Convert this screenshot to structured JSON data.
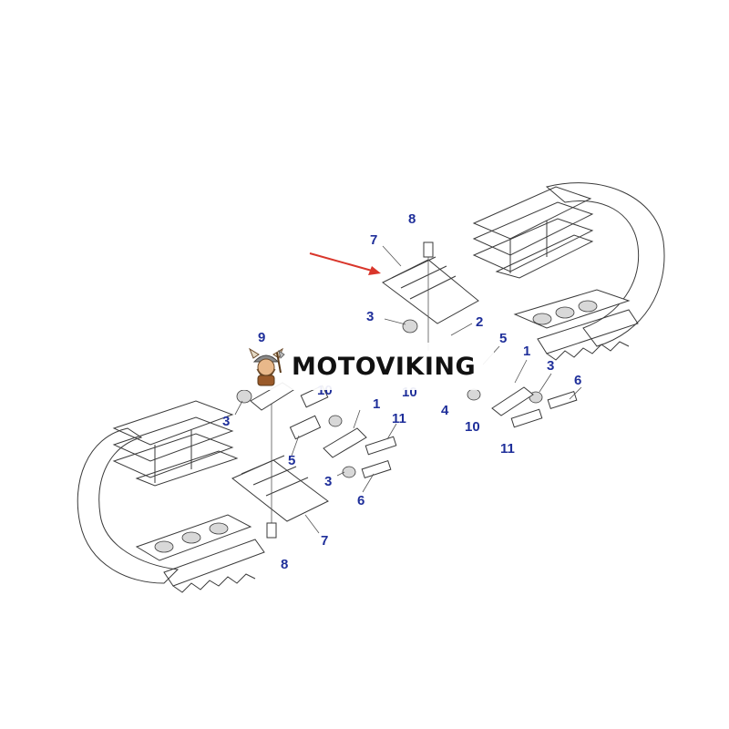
{
  "brand": {
    "name": "MOTOVIKING",
    "logo_icon": "viking-mascot-icon",
    "text_color": "#111111"
  },
  "callouts": {
    "l8_top": "8",
    "l7_top": "7",
    "l3_mid": "3",
    "l2": "2",
    "l5_right": "5",
    "l1_right": "1",
    "l3_right": "3",
    "l6_right": "6",
    "l4": "4",
    "l10_right": "10",
    "l11_right": "11",
    "l9": "9",
    "l3_left": "3",
    "l10_left": "10",
    "l10_center": "10",
    "l1_center": "1",
    "l11_center": "11",
    "l5_left": "5",
    "l3_bottom": "3",
    "l6_bottom": "6",
    "l7_bottom": "7",
    "l8_bottom": "8"
  },
  "colors": {
    "callout_text": "#1f2f9a",
    "arrow": "#d9362b",
    "line_art": "#3a3a3a"
  }
}
